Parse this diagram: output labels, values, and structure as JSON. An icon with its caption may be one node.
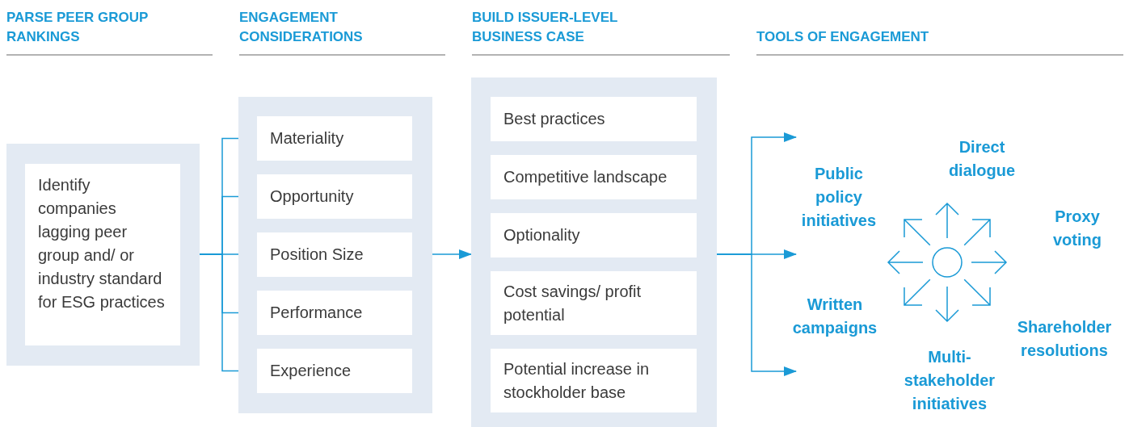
{
  "diagram": {
    "nodes": [
      {
        "text": [],
        "shape": "box"
      },
      {
        "text": [
          "Identify companies lagging peer group and/ or industry standard for ESG practices"
        ],
        "in": 0
      },
      {
        "text": [],
        "shape": "box"
      },
      {
        "text": [
          "Materiality"
        ],
        "in": 2
      },
      {
        "text": [
          "Opportunity"
        ],
        "in": 2
      },
      {
        "text": [
          "Position Size"
        ],
        "in": 2
      },
      {
        "text": [
          "Performance"
        ],
        "in": 2
      },
      {
        "text": [
          "Experience"
        ],
        "in": 2
      },
      {
        "text": [],
        "shape": "box"
      },
      {
        "text": [
          "Best practices"
        ],
        "in": 8
      },
      {
        "text": [
          "Competitive landscape"
        ],
        "in": 8
      },
      {
        "text": [
          "Optionality"
        ],
        "in": 8
      },
      {
        "text": [
          "Cost savings/ profit potential"
        ],
        "in": 8
      },
      {
        "text": [
          "Potential increase in stockholder base"
        ],
        "in": 8
      }
    ],
    "edges": [
      {
        "from": 0,
        "to": 3,
        "arrow": "to"
      },
      {
        "from": 0,
        "to": 4,
        "arrow": "to"
      },
      {
        "from": 0,
        "to": 5,
        "arrow": "to"
      },
      {
        "from": 0,
        "to": 6,
        "arrow": "to"
      },
      {
        "from": 0,
        "to": 7,
        "arrow": "to"
      },
      {
        "from": 2,
        "to": 8,
        "arrow": "to"
      },
      {
        "from": 8,
        "to": null,
        "arrow": "to"
      },
      {
        "from": 8,
        "to": null,
        "arrow": "to"
      },
      {
        "from": 8,
        "to": null,
        "arrow": "to"
      }
    ],
    "labels": [
      "PARSE PEER GROUP RANKINGS",
      "ENGAGEMENT CONSIDERATIONS",
      "BUILD ISSUER-LEVEL BUSINESS CASE",
      "TOOLS OF ENGAGEMENT",
      "Direct dialogue",
      "Public policy initiatives",
      "Proxy voting",
      "Written campaigns",
      "Shareholder resolutions",
      "Multi-stakeholder initiatives"
    ]
  }
}
